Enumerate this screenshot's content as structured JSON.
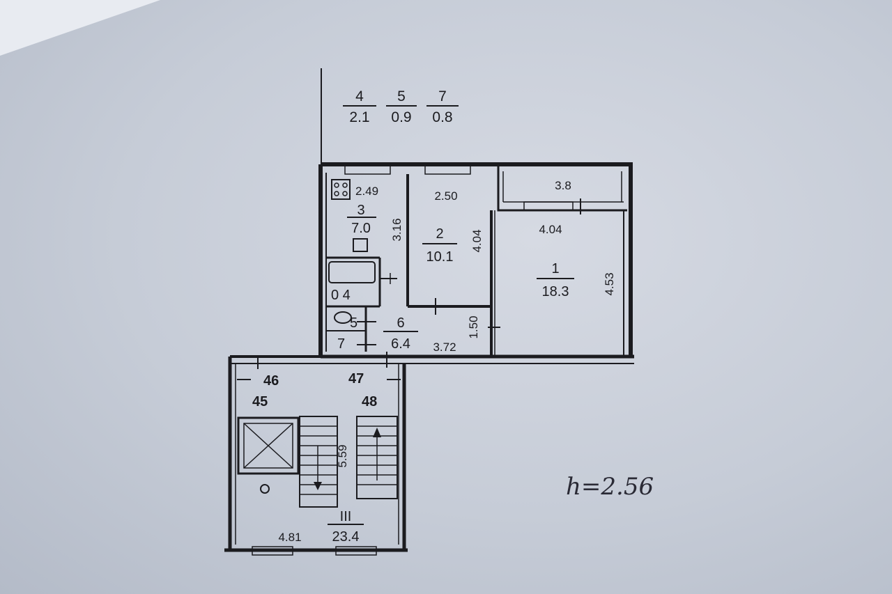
{
  "legend": {
    "items": [
      {
        "num": "4",
        "area": "2.1"
      },
      {
        "num": "5",
        "area": "0.9"
      },
      {
        "num": "7",
        "area": "0.8"
      }
    ]
  },
  "rooms": {
    "r1": {
      "num": "1",
      "area": "18.3"
    },
    "r2": {
      "num": "2",
      "area": "10.1"
    },
    "r3": {
      "num": "3",
      "area": "7.0"
    },
    "r4": {
      "label": "0 4"
    },
    "r5": {
      "num": "5"
    },
    "r6": {
      "num": "6",
      "area": "6.4"
    },
    "r7": {
      "num": "7"
    },
    "stair": {
      "num": "III",
      "area": "23.4"
    }
  },
  "dimensions": {
    "d249": "2.49",
    "d250": "2.50",
    "d316": "3.16",
    "d404a": "4.04",
    "d404b": "4.04",
    "d453": "4.53",
    "d38": "3.8",
    "d372": "3.72",
    "d150": "1.50",
    "d559": "5.59",
    "d481": "4.81"
  },
  "apartments": [
    "46",
    "47",
    "45",
    "48"
  ],
  "height_note": "h=2.56",
  "colors": {
    "ink": "#1b1b1f",
    "paper": "#c9ced8"
  }
}
